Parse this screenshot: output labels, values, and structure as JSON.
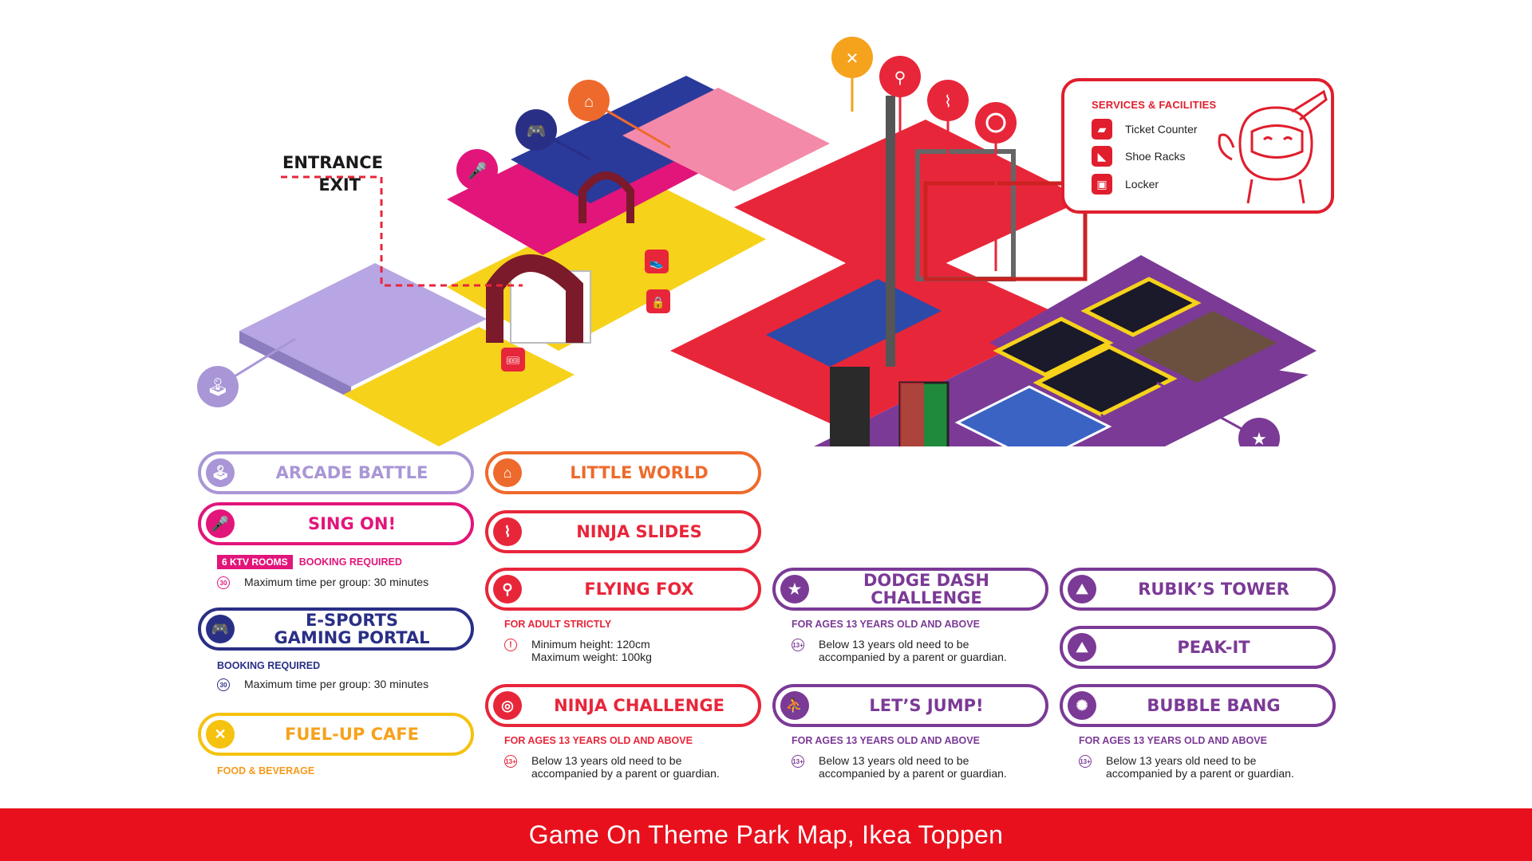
{
  "entrance": {
    "line1": "ENTRANCE",
    "line2": "EXIT"
  },
  "services": {
    "heading": "SERVICES & FACILITIES",
    "items": [
      {
        "label": "Ticket Counter",
        "icon": "ticket-icon"
      },
      {
        "label": "Shoe Racks",
        "icon": "shoe-icon"
      },
      {
        "label": "Locker",
        "icon": "lock-icon"
      }
    ]
  },
  "colors": {
    "arcade": "#a996d6",
    "sing": "#e2157a",
    "esports": "#2a2f86",
    "cafe": "#f5c20f",
    "cafe_text": "#f59a1c",
    "orange": "#ee6a2c",
    "red": "#e8263a",
    "purple": "#7b3a96",
    "footer": "#e8101c"
  },
  "attractions": {
    "arcade_battle": {
      "title": "ARCADE BATTLE",
      "icon": "joystick-icon"
    },
    "sing_on": {
      "title": "SING ON!",
      "icon": "microphone-icon",
      "badge": "6 KTV ROOMS",
      "tag": "BOOKING REQUIRED",
      "note": "Maximum time per group: 30 minutes"
    },
    "esports": {
      "title_line1": "E-SPORTS",
      "title_line2": "GAMING PORTAL",
      "icon": "gamepad-icon",
      "tag": "BOOKING REQUIRED",
      "note": "Maximum time per group: 30 minutes"
    },
    "fuel_up_cafe": {
      "title": "FUEL-UP CAFE",
      "icon": "cutlery-icon",
      "tag": "FOOD & BEVERAGE"
    },
    "little_world": {
      "title": "LITTLE WORLD",
      "icon": "house-icon"
    },
    "ninja_slides": {
      "title": "NINJA SLIDES",
      "icon": "slide-icon"
    },
    "flying_fox": {
      "title": "FLYING FOX",
      "icon": "zipline-icon",
      "tag": "FOR ADULT STRICTLY",
      "note_line1": "Minimum height: 120cm",
      "note_line2": "Maximum weight: 100kg"
    },
    "ninja_challenge": {
      "title": "NINJA CHALLENGE",
      "icon": "target-icon",
      "tag": "FOR AGES 13 YEARS OLD AND ABOVE",
      "note_line1": "Below 13 years old need to be",
      "note_line2": "accompanied by a parent or guardian."
    },
    "dodge_dash": {
      "title_line1": "DODGE DASH",
      "title_line2": "CHALLENGE",
      "icon": "star-icon",
      "tag": "FOR AGES 13 YEARS OLD AND ABOVE",
      "note_line1": "Below 13 years old need to be",
      "note_line2": "accompanied by a parent or guardian."
    },
    "lets_jump": {
      "title": "LET’S JUMP!",
      "icon": "trampoline-icon",
      "tag": "FOR AGES 13 YEARS OLD AND ABOVE",
      "note_line1": "Below 13 years old need to be",
      "note_line2": "accompanied by a parent or guardian."
    },
    "rubiks_tower": {
      "title": "RUBIK’S TOWER",
      "icon": "climber-icon"
    },
    "peak_it": {
      "title": "PEAK-IT",
      "icon": "hiker-icon"
    },
    "bubble_bang": {
      "title": "BUBBLE BANG",
      "icon": "bubble-icon",
      "tag": "FOR AGES 13 YEARS OLD AND ABOVE",
      "note_line1": "Below 13 years old need to be",
      "note_line2": "accompanied by a parent or guardian."
    }
  },
  "age_badge": "13+",
  "footer": {
    "title": "Game On Theme Park Map, Ikea Toppen"
  }
}
